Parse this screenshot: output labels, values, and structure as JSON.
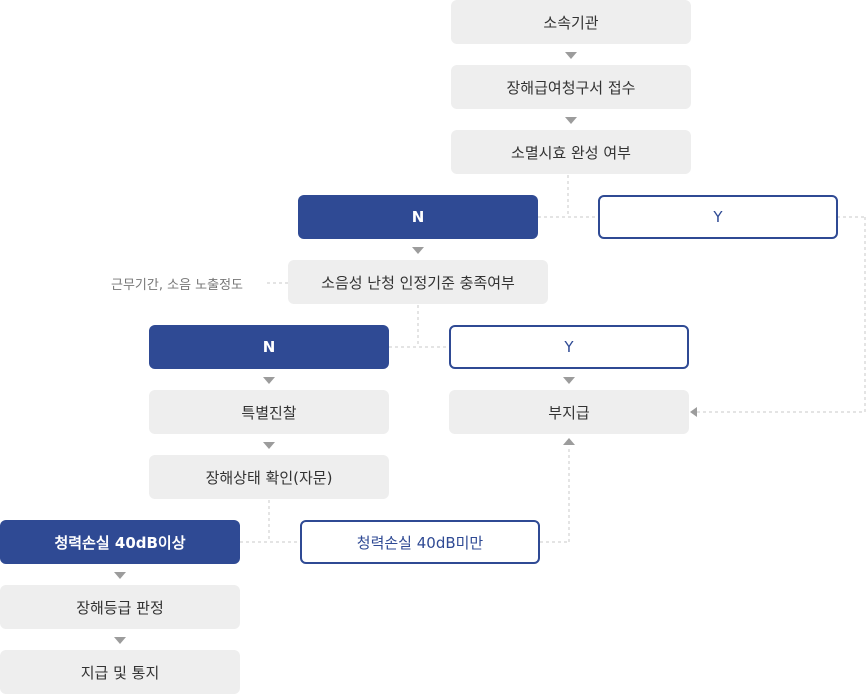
{
  "nodes": {
    "agency": "소속기관",
    "claim_receipt": "장해급여청구서 접수",
    "treatment_complete": "소멸시효 완성 여부",
    "n1": "N",
    "y1": "Y",
    "criteria": "소음성 난청 인정기준 충족여부",
    "criteria_note": "근무기간, 소음 노출정도",
    "n2": "N",
    "y2": "Y",
    "special_exam": "특별진찰",
    "no_payment": "부지급",
    "status_check": "장해상태 확인(자문)",
    "loss_over": "청력손실 40dB이상",
    "loss_under": "청력손실 40dB미만",
    "grade": "장해등급 판정",
    "payment": "지급 및 통지"
  },
  "colors": {
    "primary": "#2f4a94",
    "box_gray": "#eeeeee",
    "connector": "#c8c8c8",
    "arrow": "#9c9c9c"
  }
}
